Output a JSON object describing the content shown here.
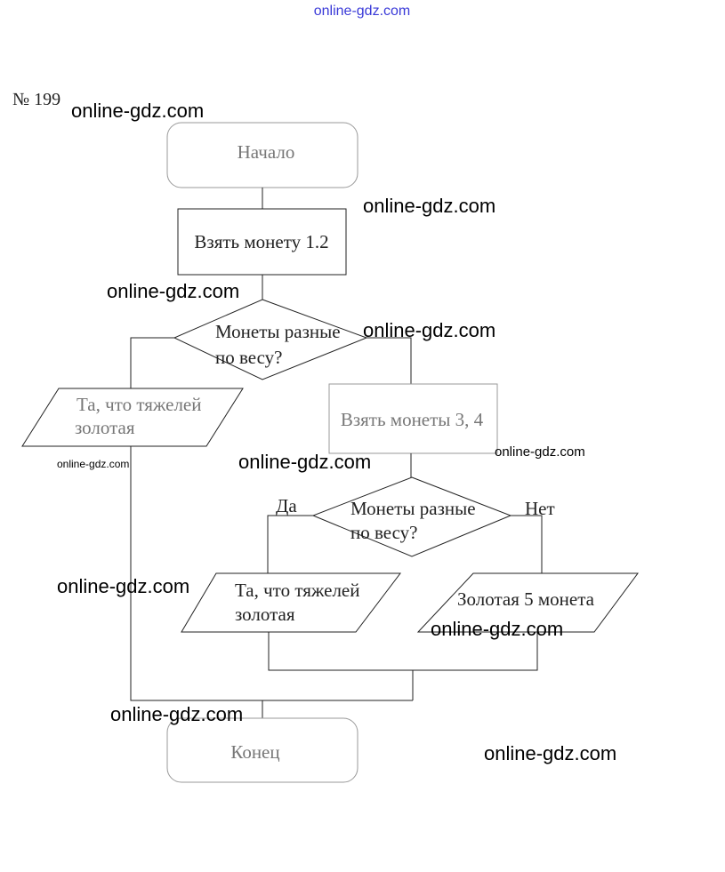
{
  "header_watermark": "online-gdz.com",
  "problem_number": "№ 199",
  "flowchart": {
    "start": "Начало",
    "step1": "Взять монету 1.2",
    "decision1": [
      "Монеты разные",
      "по весу?"
    ],
    "output1": [
      "Та, что тяжелей",
      "золотая"
    ],
    "step2": "Взять монеты 3, 4",
    "decision2": [
      "Монеты разные",
      "по весу?"
    ],
    "yes_label": "Да",
    "no_label": "Нет",
    "output2": [
      "Та, что тяжелей",
      "золотая"
    ],
    "output3": "Золотая 5 монета",
    "end": "Конец"
  },
  "watermarks": [
    "online-gdz.com",
    "online-gdz.com",
    "online-gdz.com",
    "online-gdz.com",
    "online-gdz.com",
    "online-gdz.com",
    "online-gdz.com",
    "online-gdz.com",
    "online-gdz.com",
    "online-gdz.com",
    "online-gdz.com"
  ]
}
